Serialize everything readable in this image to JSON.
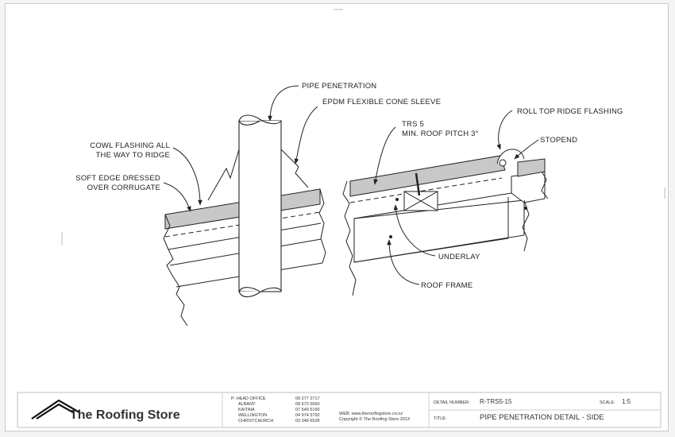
{
  "labels": {
    "pipe_penetration": "PIPE PENETRATION",
    "epdm_sleeve": "EPDM FLEXIBLE CONE SLEEVE",
    "roll_top_ridge": "ROLL TOP RIDGE FLASHING",
    "trs5_line1": "TRS 5",
    "trs5_line2": "MIN. ROOF PITCH 3°",
    "stopend": "STOPEND",
    "cowl_line1": "COWL FLASHING ALL",
    "cowl_line2": "THE WAY TO RIDGE",
    "soft_edge_line1": "SOFT EDGE DRESSED",
    "soft_edge_line2": "OVER CORRUGATE",
    "underlay": "UNDERLAY",
    "roof_frame": "ROOF FRAME"
  },
  "title_block": {
    "company": "The Roofing Store",
    "offices_label": "P: HEAD OFFICE",
    "offices": [
      "ALBANY",
      "KAITAIA",
      "WELLINGTON",
      "CHRISTCHURCH"
    ],
    "phones": [
      "09 277 2717",
      "09 572 0060",
      "07 549 5190",
      "04 974 5792",
      "03 348 6528"
    ],
    "web": "WEB: www.theroofingstore.co.nz",
    "copyright": "Copyright © The Roofing Store 2013",
    "detail_number_label": "DETAIL NUMBER:",
    "detail_number": "R-TRS5-15",
    "scale_label": "SCALE:",
    "scale": "1:5",
    "title_label": "TITLE:",
    "title": "PIPE PENETRATION DETAIL - SIDE"
  }
}
